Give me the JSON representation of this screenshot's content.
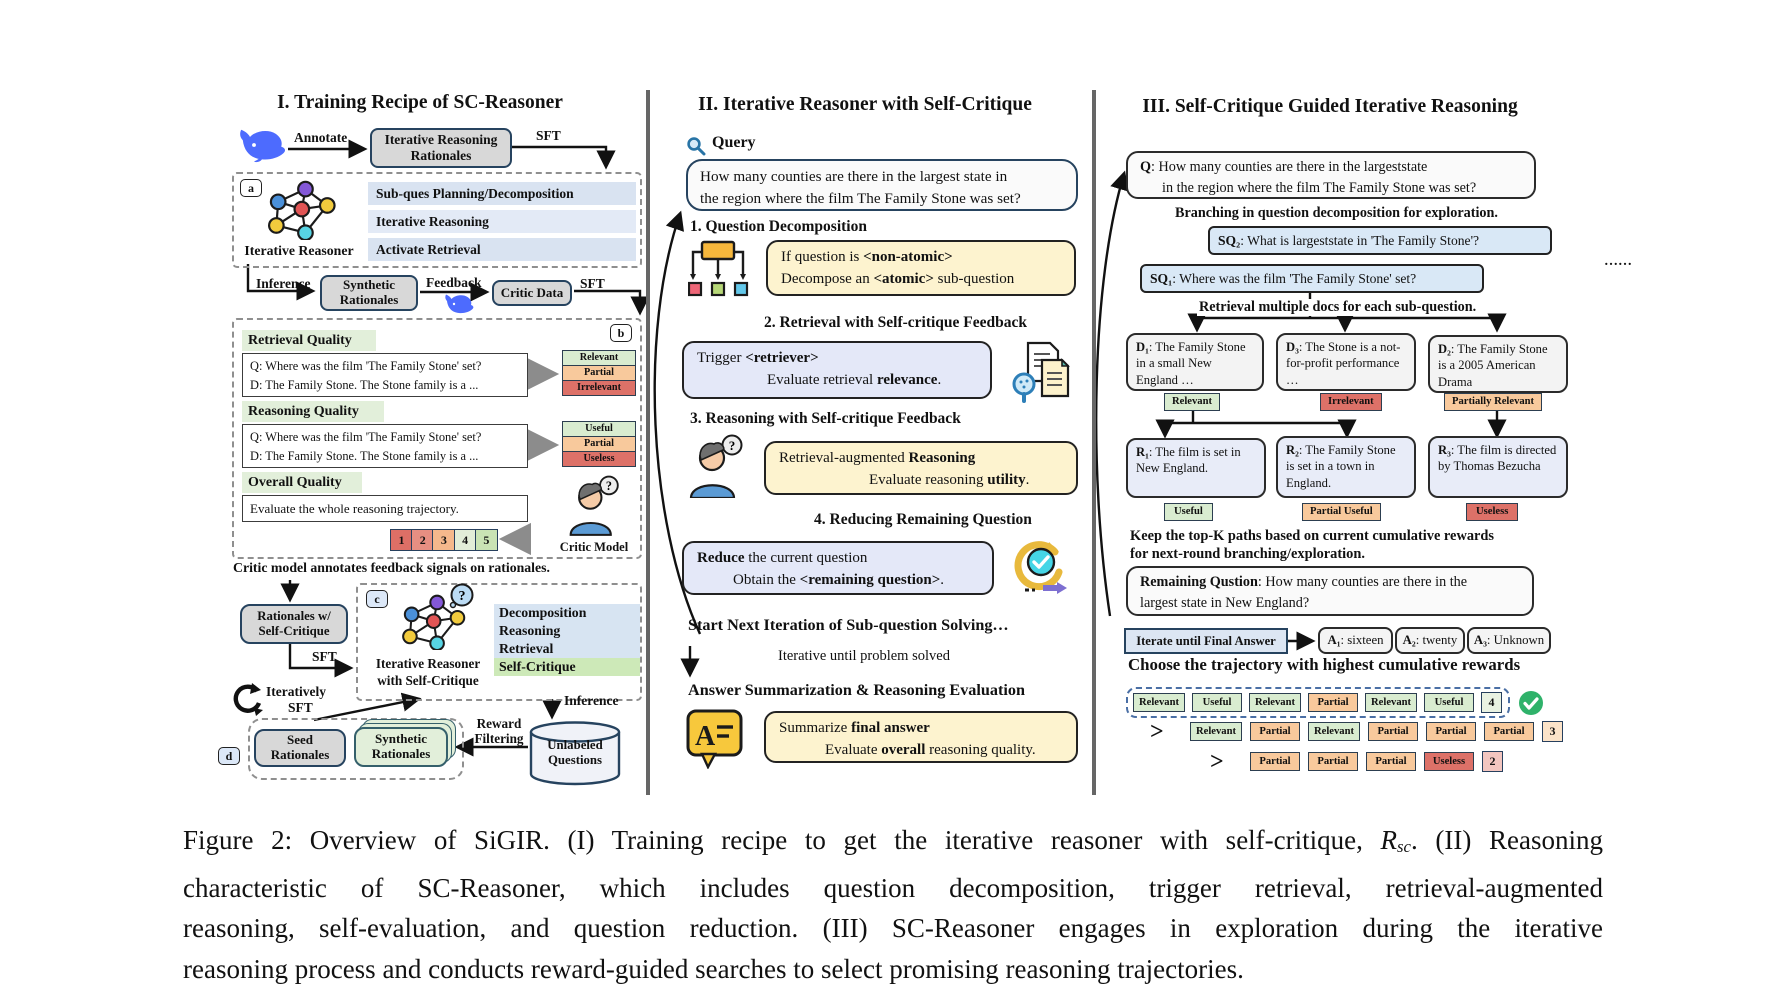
{
  "colors": {
    "accent_blue_box": "#e4e8f8",
    "accent_yellow_box": "#fdf3cf",
    "tag_green": "#d9ecd0",
    "tag_peach": "#f8c99c",
    "tag_red": "#dd7168",
    "header_green": "#e2efda",
    "bar_blue": "#d9e3f1",
    "whale_blue": "#4d6bfe",
    "gray_box": "#d8d8d8",
    "navy_border": "#26435f",
    "score_green": "#e9f2e2",
    "score_peach": "#fbe3c9",
    "score_red": "#f3c6c0",
    "check_green": "#2fb26a",
    "scale": [
      "#dd6f66",
      "#e78f82",
      "#f5b88c",
      "#e2edd8",
      "#c9e3b4"
    ]
  },
  "panel1": {
    "title": "I. Training Recipe of SC-Reasoner",
    "annotate": "Annotate",
    "box_rationales": "Iterative Reasoning Rationales",
    "sft1": "SFT",
    "badge_a": "a",
    "reasoner_label": "Iterative Reasoner",
    "caps": [
      "Sub-ques Planning/Decomposition",
      "Iterative Reasoning",
      "Activate Retrieval"
    ],
    "inference1": "Inference",
    "box_synthetic1": "Synthetic Rationales",
    "feedback": "Feedback",
    "box_critic_data": "Critic Data",
    "sft2": "SFT",
    "badge_b": "b",
    "rq_header": "Retrieval Quality",
    "rq_q": "Q: Where was the film 'The Family Stone' set?",
    "rq_d": "D: The Family Stone. The Stone family is a ...",
    "rq_tags": [
      "Relevant",
      "Partial",
      "Irrelevant"
    ],
    "gq_header": "Reasoning Quality",
    "gq_q": "Q: Where was the film 'The Family Stone' set?",
    "gq_d": "D: The Family Stone. The Stone family is a ...",
    "gq_tags": [
      "Useful",
      "Partial",
      "Useless"
    ],
    "oq_header": "Overall Quality",
    "oq_text": "Evaluate the whole reasoning trajectory.",
    "scale": [
      "1",
      "2",
      "3",
      "4",
      "5"
    ],
    "critic_model": "Critic Model",
    "critic_note": "Critic model annotates feedback signals on rationales.",
    "box_rationales_sc": "Rationales w/ Self-Critique",
    "sft3": "SFT",
    "badge_c": "c",
    "sc_list": [
      "Decomposition",
      "Reasoning",
      "Retrieval",
      "Self-Critique"
    ],
    "reasoner_sc_label": "Iterative Reasoner with Self-Critique",
    "iteratively": "Iteratively",
    "sft4": "SFT",
    "badge_d": "d",
    "box_seed": "Seed Rationales",
    "box_synthetic2": "Synthetic Rationales",
    "reward_filtering": "Reward Filtering",
    "inference2": "Inference",
    "cylinder": "Unlabeled Questions"
  },
  "panel2": {
    "title": "II.  Iterative Reasoner with Self-Critique",
    "query_label": "Query",
    "query_l1": "How many counties are there in the largest state in",
    "query_l2": "the region where the film The Family Stone was set?",
    "step1": "1. Question Decomposition",
    "qd_l1": [
      [
        "If question is ",
        0
      ],
      [
        "<non-atomic>",
        1
      ]
    ],
    "qd_l2": [
      [
        "Decompose an ",
        0
      ],
      [
        "<atomic>",
        1
      ],
      [
        " sub-question",
        0
      ]
    ],
    "step2": "2. Retrieval with Self-critique Feedback",
    "ret_l1": [
      [
        "Trigger ",
        0
      ],
      [
        "<retriever>",
        1
      ]
    ],
    "ret_l2": [
      [
        "Evaluate retrieval ",
        0
      ],
      [
        "relevance",
        1
      ],
      [
        ".",
        0
      ]
    ],
    "step3": "3. Reasoning with Self-critique Feedback",
    "rea_l1": [
      [
        "Retrieval-augmented ",
        0
      ],
      [
        "Reasoning",
        1
      ]
    ],
    "rea_l2": [
      [
        "Evaluate reasoning ",
        0
      ],
      [
        "utility",
        1
      ],
      [
        ".",
        0
      ]
    ],
    "step4": "4. Reducing Remaining Question",
    "red_l1": [
      [
        "Reduce",
        1
      ],
      [
        " the current question",
        0
      ]
    ],
    "red_l2": [
      [
        "Obtain the ",
        0
      ],
      [
        "<remaining question>",
        1
      ],
      [
        ".",
        0
      ]
    ],
    "next_iter": "Start Next Iteration of Sub-question Solving…",
    "iter_until": "Iterative until problem solved",
    "answer_header": "Answer Summarization & Reasoning Evaluation",
    "ans_l1": [
      [
        "Summarize ",
        0
      ],
      [
        "final answer",
        1
      ]
    ],
    "ans_l2": [
      [
        "Evaluate ",
        0
      ],
      [
        "overall",
        1
      ],
      [
        " reasoning quality.",
        0
      ]
    ]
  },
  "panel3": {
    "title": "III. Self-Critique Guided Iterative Reasoning",
    "q_l1": [
      [
        "Q",
        1
      ],
      [
        ": How many counties are there in the largeststate",
        0
      ]
    ],
    "q_l2": "in the region where the film The Family Stone was set?",
    "branching": "Branching in question decomposition for exploration.",
    "sq2_prefix": "SQ₂",
    "sq2_text": ":  What is largeststate in 'The Family Stone'?",
    "dots": "……",
    "sq1_prefix": "SQ₁",
    "sq1_text": ":  Where was the film 'The Family Stone' set?",
    "retrieval_note": "Retrieval multiple docs for each sub-question.",
    "d1_prefix": "D₁",
    "d1_text": ":  The Family Stone in a small New England …",
    "d3_prefix": "D₃",
    "d3_text": ":  The Stone is a not-for-profit performance …",
    "d2_prefix": "D₂",
    "d2_text": ":  The Family Stone is a 2005 American Drama",
    "d1_tag": "Relevant",
    "d3_tag": "Irrelevant",
    "d2_tag": "Partially Relevant",
    "r1_prefix": "R₁",
    "r1_text": ":  The film is set in New England.",
    "r2_prefix": "R₂",
    "r2_text": ":  The Family Stone is set in a town in England.",
    "r3_prefix": "R₃",
    "r3_text": ":  The film is directed by Thomas Bezucha",
    "r1_tag": "Useful",
    "r2_tag": "Partial Useful",
    "r3_tag": "Useless",
    "keep_l1": "Keep the top-K paths based on current cumulative rewards",
    "keep_l2": "for next-round branching/exploration.",
    "remaining_l1": [
      [
        "Remaining Qustion",
        1
      ],
      [
        ": How many counties are there in the",
        0
      ]
    ],
    "remaining_l2": "largest state in New England?",
    "iterate_box": "Iterate until Final Answer",
    "a1_prefix": "A₁",
    "a1_text": ": sixteen",
    "a2_prefix": "A₂",
    "a2_text": ": twenty",
    "a3_prefix": "A₃",
    "a3_text": ": Unknown",
    "choose": "Choose the trajectory with highest cumulative rewards",
    "gt": ">",
    "row1": {
      "tags": [
        "Relevant",
        "Useful",
        "Relevant",
        "Partial",
        "Relevant",
        "Useful"
      ],
      "score": "4"
    },
    "row2": {
      "tags": [
        "Relevant",
        "Partial",
        "Relevant",
        "Partial",
        "Partial",
        "Partial"
      ],
      "score": "3"
    },
    "row3": {
      "tags": [
        "Partial",
        "Partial",
        "Partial",
        "Useless"
      ],
      "score": "2"
    }
  },
  "caption": {
    "l1": [
      [
        "Figure 2: Overview of SiGIR. (I) Training recipe to get the iterative reasoner with self-critique, ",
        0
      ],
      [
        "R",
        2
      ],
      [
        "sc",
        3
      ],
      [
        ". (II) Reasoning",
        0
      ]
    ],
    "l2": "characteristic of SC-Reasoner, which includes question decomposition, trigger retrieval, retrieval-augmented",
    "l3": "reasoning, self-evaluation, and question reduction. (III) SC-Reasoner engages in exploration during the iterative",
    "l4": "reasoning process and conducts reward-guided searches to select promising reasoning trajectories."
  }
}
